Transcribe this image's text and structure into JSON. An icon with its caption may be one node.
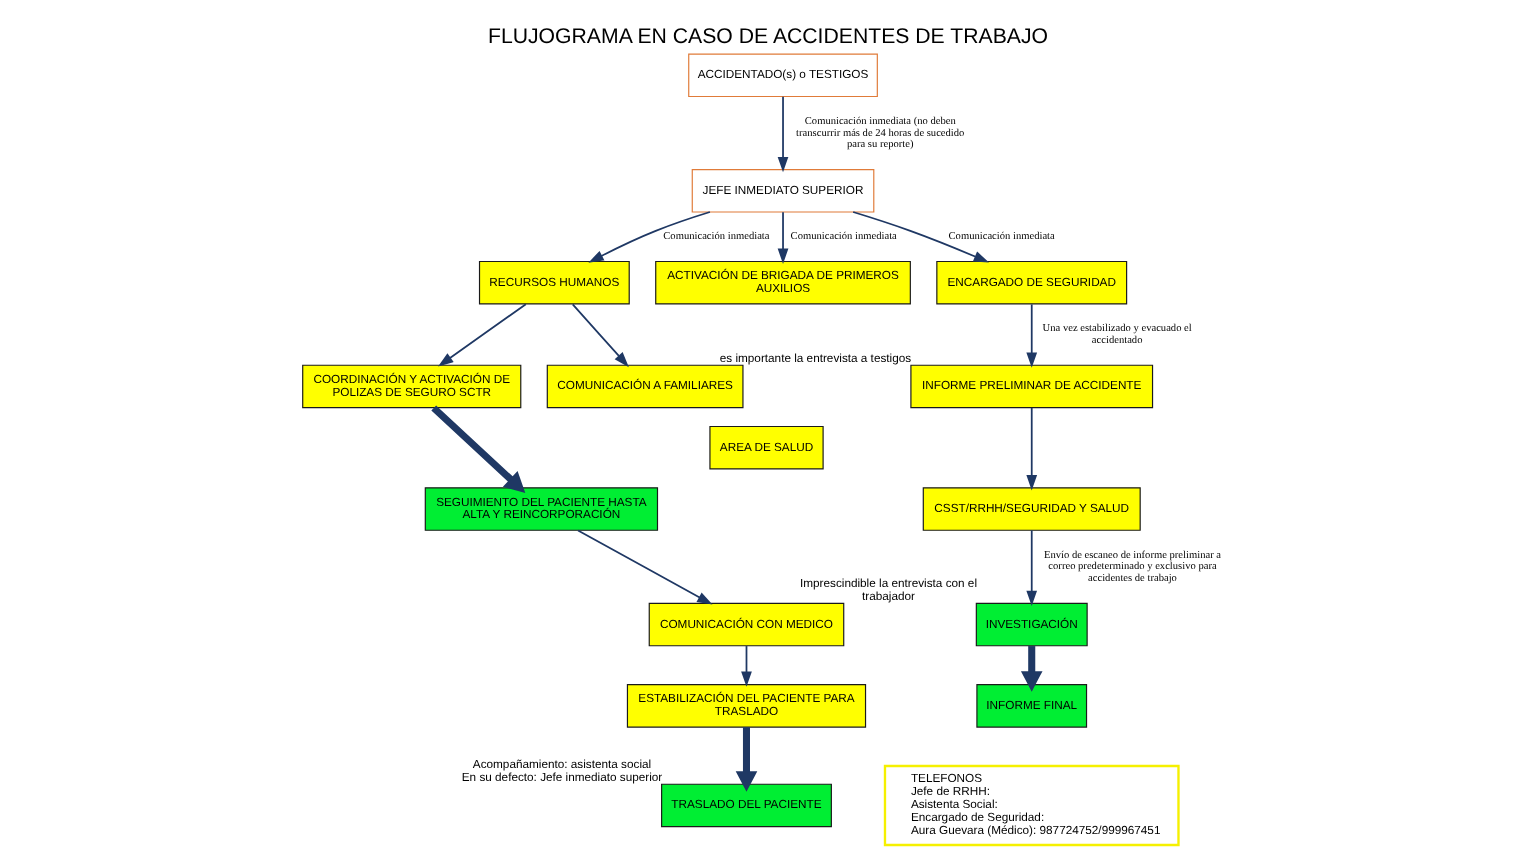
{
  "diagram": {
    "title": "FLUJOGRAMA EN CASO DE ACCIDENTES DE TRABAJO",
    "nodes": [
      {
        "text": [
          "ACCIDENTADO(s) o TESTIGOS"
        ]
      },
      {
        "text": [
          "JEFE INMEDIATO SUPERIOR"
        ]
      },
      {
        "text": [
          "RECURSOS HUMANOS"
        ]
      },
      {
        "text": [
          "ACTIVACIÓN DE BRIGADA DE PRIMEROS AUXILIOS"
        ]
      },
      {
        "text": [
          "AREA DE SALUD"
        ]
      },
      {
        "text": [
          "COMUNICACIÓN CON MEDICO"
        ]
      },
      {
        "text": [
          "ESTABILIZACIÓN DEL PACIENTE PARA TRASLADO"
        ]
      },
      {
        "text": [
          "TRASLADO DEL PACIENTE"
        ],
        "beside": [
          "Acompañamiento: asistenta social",
          "En su defecto: Jefe inmediato superior"
        ]
      },
      {
        "text": [
          "ENCARGADO DE SEGURIDAD"
        ]
      },
      {
        "text": [
          "COORDINACIÓN Y ACTIVACIÓN DE POLIZAS DE SEGURO SCTR"
        ]
      },
      {
        "text": [
          "COMUNICACIÓN A FAMILIARES"
        ]
      },
      {
        "text": [
          "SEGUIMIENTO DEL PACIENTE HASTA ALTA Y REINCORPORACIÓN"
        ]
      },
      {
        "text": [
          "INFORME PRELIMINAR DE ACCIDENTE"
        ],
        "beside": [
          "es importante la entrevista a testigos"
        ]
      },
      {
        "text": [
          "CSST/RRHH/SEGURIDAD Y SALUD"
        ]
      },
      {
        "text": [
          "INVESTIGACIÓN"
        ],
        "beside": [
          "Imprescindible la entrevista con el trabajador"
        ]
      },
      {
        "text": [
          "INFORME FINAL"
        ]
      },
      {
        "text": [
          "TELEFONOS",
          "Jefe de RRHH:",
          "Asistenta Social:",
          "Encargado de Seguridad:",
          "Aura Guevara (Médico): 987724752/999967451"
        ]
      }
    ],
    "edges": [
      {
        "from": 0,
        "to": 1,
        "arrow": "to",
        "label": "Comunicación inmediata (no deben transcurrir más de 24 horas de sucedido para su reporte)"
      },
      {
        "from": 1,
        "to": 2,
        "arrow": "to",
        "label": "Comunicación inmediata"
      },
      {
        "from": 1,
        "to": 3,
        "arrow": "to",
        "label": "Comunicación inmediata"
      },
      {
        "from": 1,
        "to": 8,
        "arrow": "to",
        "label": "Comunicación inmediata"
      },
      {
        "from": 2,
        "to": 9,
        "arrow": "to"
      },
      {
        "from": 2,
        "to": 10,
        "arrow": "to"
      },
      {
        "from": 9,
        "to": 11,
        "arrow": "to",
        "style": "thick"
      },
      {
        "from": 11,
        "to": 5,
        "arrow": "to"
      },
      {
        "from": 5,
        "to": 6,
        "arrow": "to"
      },
      {
        "from": 6,
        "to": 7,
        "arrow": "to",
        "style": "thick"
      },
      {
        "from": 8,
        "to": 12,
        "arrow": "to",
        "label": "Una vez estabilizado y evacuado el accidentado"
      },
      {
        "from": 12,
        "to": 13,
        "arrow": "to"
      },
      {
        "from": 13,
        "to": 14,
        "arrow": "to",
        "label": "Envío de escaneo de informe preliminar a correo predeterminado y exclusivo para accidentes de trabajo"
      },
      {
        "from": 14,
        "to": 15,
        "arrow": "to",
        "style": "thick"
      }
    ]
  }
}
